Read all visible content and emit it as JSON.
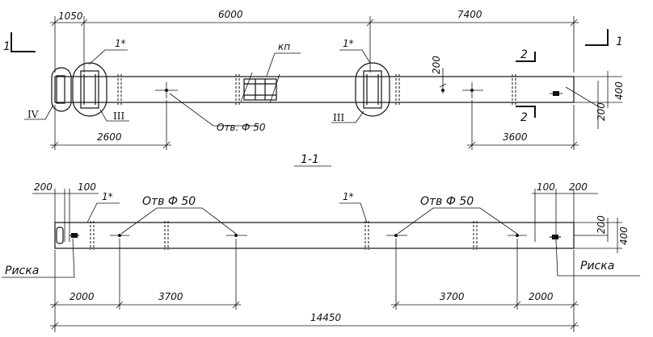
{
  "plan": {
    "dims_top": [
      "1050",
      "6000",
      "7400"
    ],
    "dims_bottom": [
      "2600",
      "3600"
    ],
    "dims_right": [
      "400",
      "200"
    ],
    "dim_vertical_200": "200",
    "label_star_left": "1*",
    "label_star_mid": "1*",
    "label_kp": "кп",
    "hole_label": "Отв. Ф 50",
    "roman_iv": "IV",
    "roman_iii_left": "III",
    "roman_iii_mid": "III",
    "section_left": "1",
    "section_right": "1",
    "section2_top": "2",
    "section2_bottom": "2"
  },
  "section": {
    "title": "1-1",
    "dims_top_left": [
      "200",
      "100"
    ],
    "dims_top_right": [
      "100",
      "200"
    ],
    "dims_right": [
      "200",
      "400"
    ],
    "label_star_left": "1*",
    "label_star_mid": "1*",
    "hole_label_left": "Отв Ф 50",
    "hole_label_right": "Отв Ф 50",
    "mark_left": "Риска",
    "mark_right": "Риска",
    "dims_bottom": [
      "2000",
      "3700",
      "3700",
      "2000"
    ],
    "overall": "14450"
  }
}
